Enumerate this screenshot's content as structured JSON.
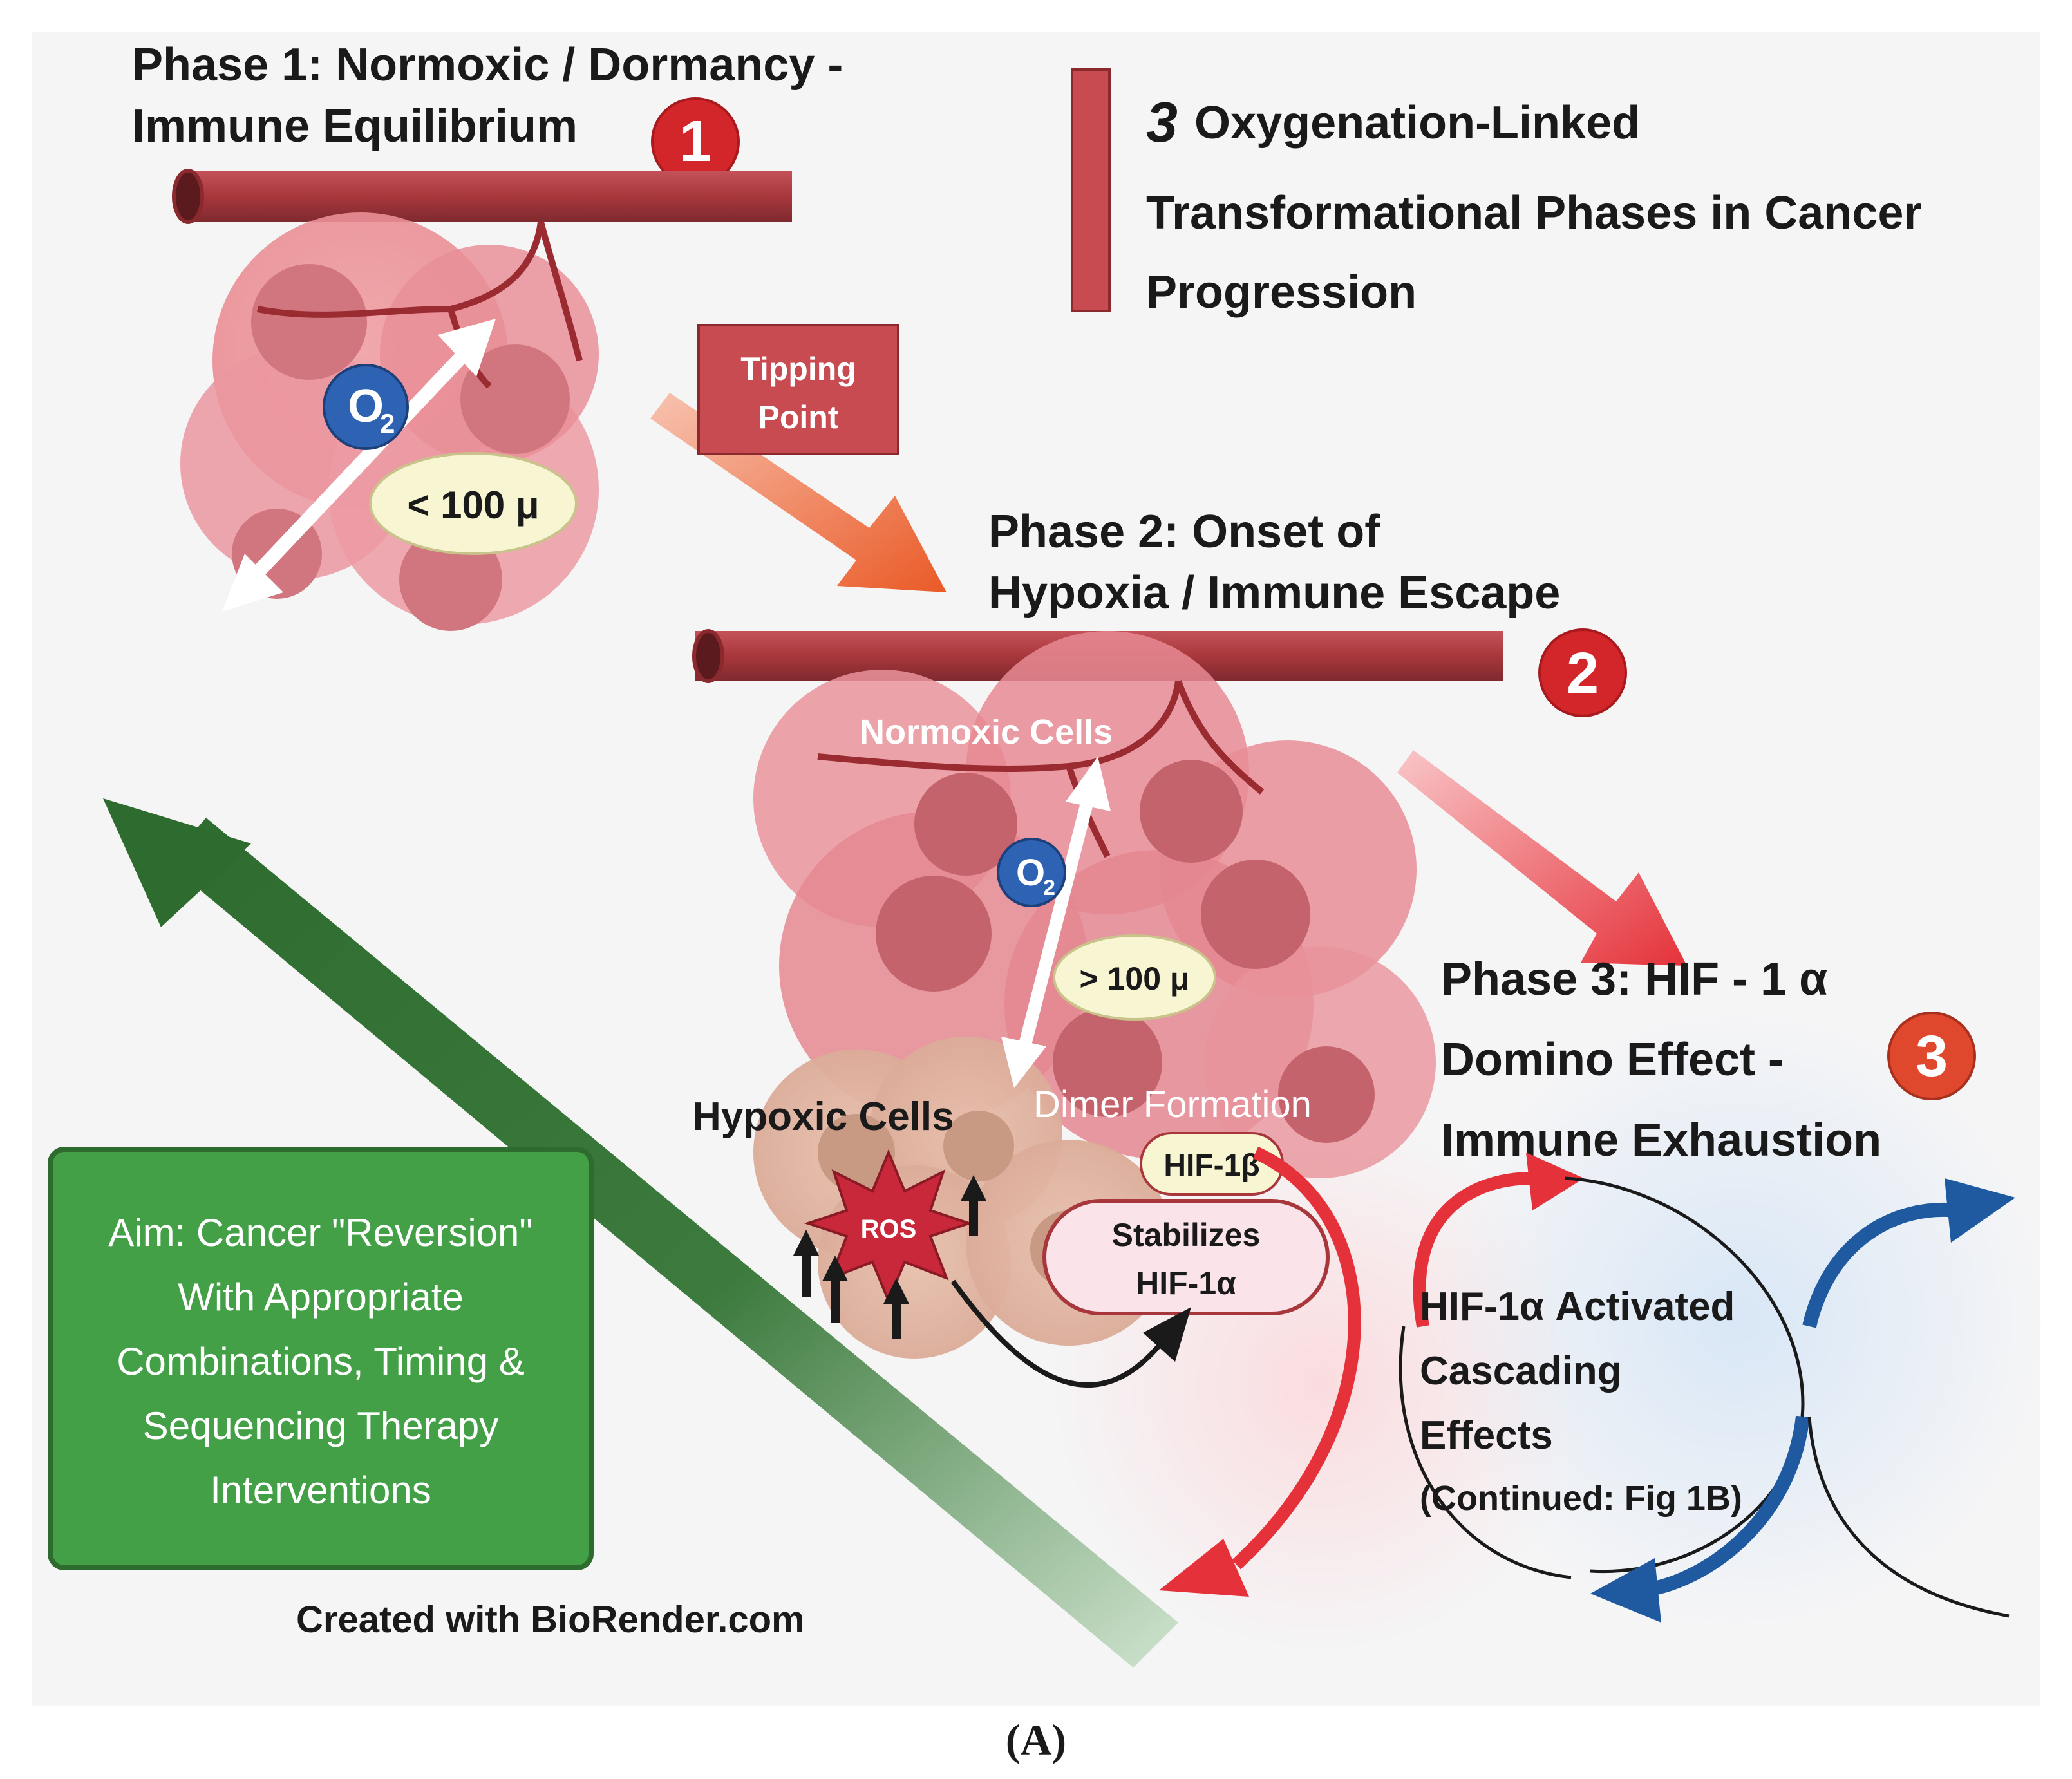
{
  "phase1": {
    "title_line1": "Phase 1: Normoxic / Dormancy -",
    "title_line2": "Immune Equilibrium",
    "badge": "1",
    "oxygen_label": "O",
    "oxygen_sub": "2",
    "distance_label": "< 100 μ"
  },
  "legend": {
    "number": "3",
    "line1": "Oxygenation-Linked",
    "line2": "Transformational Phases in Cancer",
    "line3": "Progression"
  },
  "tipping_point": {
    "line1": "Tipping",
    "line2": "Point"
  },
  "phase2": {
    "title_line1": "Phase 2: Onset of",
    "title_line2": "Hypoxia / Immune Escape",
    "badge": "2",
    "normoxic_label": "Normoxic Cells",
    "oxygen_label": "O",
    "oxygen_sub": "2",
    "distance_label": "> 100 μ",
    "hypoxic_label": "Hypoxic Cells",
    "ros_label": "ROS",
    "dimer_label": "Dimer Formation",
    "hif1b_label": "HIF-1β",
    "stabilizes_line1": "Stabilizes",
    "stabilizes_line2": "HIF-1α"
  },
  "phase3": {
    "title_line1": "Phase 3: HIF - 1 α",
    "title_line2": "Domino Effect -",
    "title_line3": "Immune Exhaustion",
    "badge": "3",
    "cascade_line1": "HIF-1α Activated",
    "cascade_line2": "Cascading",
    "cascade_line3": "Effects",
    "cascade_line4": "(Continued: Fig 1B)"
  },
  "aim_box": {
    "line1": "Aim: Cancer  \"Reversion\"",
    "line2": "With Appropriate",
    "line3": "Combinations, Timing &",
    "line4": "Sequencing Therapy",
    "line5": "Interventions"
  },
  "credit": "Created with BioRender.com",
  "panel_label": "(A)",
  "colors": {
    "vessel": "#a8373c",
    "badge_red": "#d3262a",
    "aim_green": "#43a047",
    "dark_green": "#2e6b2f",
    "oxygen_blue": "#2e63b4",
    "cascade_red": "#e5323a",
    "cascade_blue": "#1f5aa0",
    "orange_arrow": "#ea5a27"
  }
}
